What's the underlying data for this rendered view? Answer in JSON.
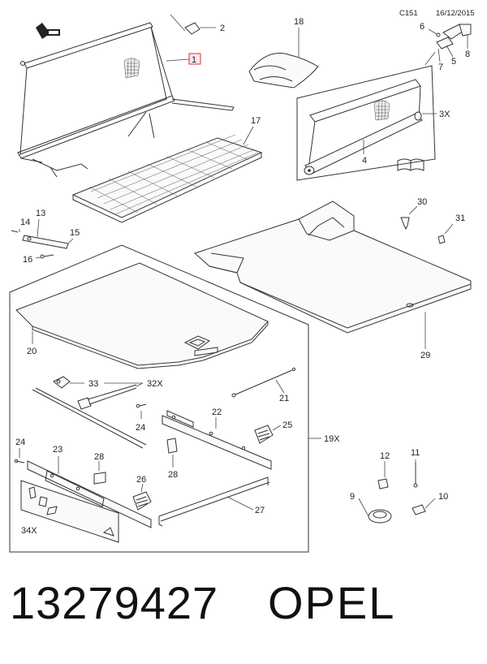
{
  "header": {
    "code": "C151",
    "date": "16/12/2015"
  },
  "callouts": {
    "c1": "1",
    "c2": "2",
    "c3x": "3X",
    "c4": "4",
    "c5": "5",
    "c6": "6",
    "c7": "7",
    "c8": "8",
    "c9": "9",
    "c10": "10",
    "c11": "11",
    "c12": "12",
    "c13": "13",
    "c14": "14",
    "c15": "15",
    "c16": "16",
    "c17": "17",
    "c18": "18",
    "c19x": "19X",
    "c20": "20",
    "c21": "21",
    "c22": "22",
    "c23": "23",
    "c24a": "24",
    "c24b": "24",
    "c25": "25",
    "c26": "26",
    "c27": "27",
    "c28a": "28",
    "c28b": "28",
    "c29": "29",
    "c30": "30",
    "c31": "31",
    "c32x": "32X",
    "c33": "33",
    "c34x": "34X"
  },
  "colors": {
    "highlight": "#e0303a",
    "line": "#333333"
  },
  "footer": {
    "part_number": "13279427",
    "brand": "OPEL"
  }
}
